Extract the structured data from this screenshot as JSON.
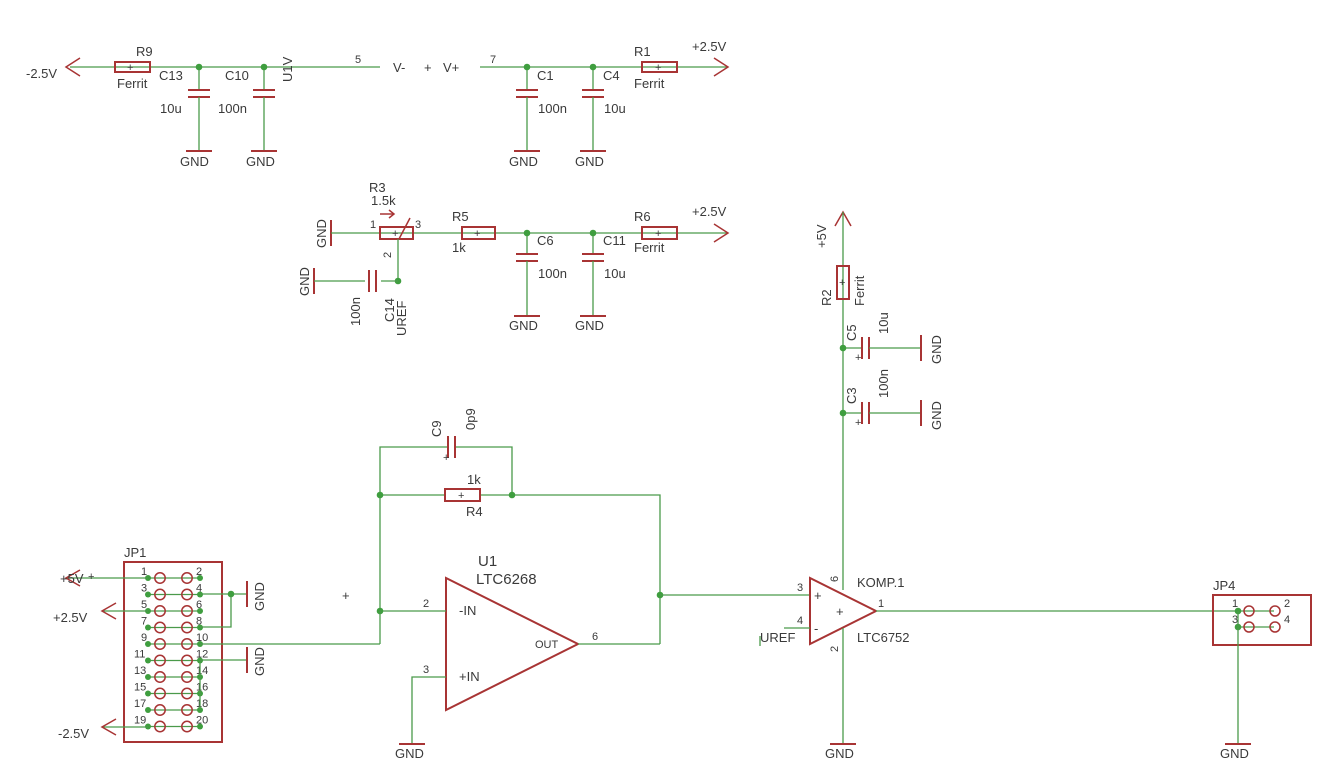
{
  "components": {
    "R9": {
      "ref": "R9",
      "value": "Ferrit"
    },
    "C13": {
      "ref": "C13",
      "value": "10u"
    },
    "C10": {
      "ref": "C10",
      "value": "100n"
    },
    "C1": {
      "ref": "C1",
      "value": "100n"
    },
    "C4": {
      "ref": "C4",
      "value": "10u"
    },
    "R1": {
      "ref": "R1",
      "value": "Ferrit"
    },
    "R3": {
      "ref": "R3",
      "value": "1.5k"
    },
    "R5": {
      "ref": "R5",
      "value": "1k"
    },
    "C6": {
      "ref": "C6",
      "value": "100n"
    },
    "C11": {
      "ref": "C11",
      "value": "10u"
    },
    "R6": {
      "ref": "R6",
      "value": "Ferrit"
    },
    "C14": {
      "ref": "C14",
      "value": "100n"
    },
    "R2": {
      "ref": "R2",
      "value": "Ferrit"
    },
    "C5": {
      "ref": "C5",
      "value": "10u"
    },
    "C3": {
      "ref": "C3",
      "value": "100n"
    },
    "C9": {
      "ref": "C9",
      "value": "0p9"
    },
    "R4": {
      "ref": "R4",
      "value": "1k"
    },
    "U1": {
      "ref": "U1",
      "value": "LTC6268",
      "pin_minus": "-IN",
      "pin_plus": "+IN",
      "pin_out": "OUT"
    },
    "KOMP": {
      "ref": "KOMP.1",
      "value": "LTC6752"
    },
    "U1V": {
      "ref": "U1V",
      "vminus": "V-",
      "vplus": "V+"
    },
    "JP1": {
      "ref": "JP1"
    },
    "JP4": {
      "ref": "JP4"
    }
  },
  "nets": {
    "gnd": "GND",
    "p25": "+2.5V",
    "m25": "-2.5V",
    "p5": "+5V",
    "uref": "UREF"
  },
  "pins": {
    "p1": "1",
    "p2": "2",
    "p3": "3",
    "p4": "4",
    "p5": "5",
    "p6": "6",
    "p7": "7",
    "p8": "8",
    "p9": "9",
    "p10": "10",
    "p11": "11",
    "p12": "12",
    "p13": "13",
    "p14": "14",
    "p15": "15",
    "p16": "16",
    "p17": "17",
    "p18": "18",
    "p19": "19",
    "p20": "20"
  },
  "marks": {
    "plus": "+",
    "minus": "-"
  }
}
